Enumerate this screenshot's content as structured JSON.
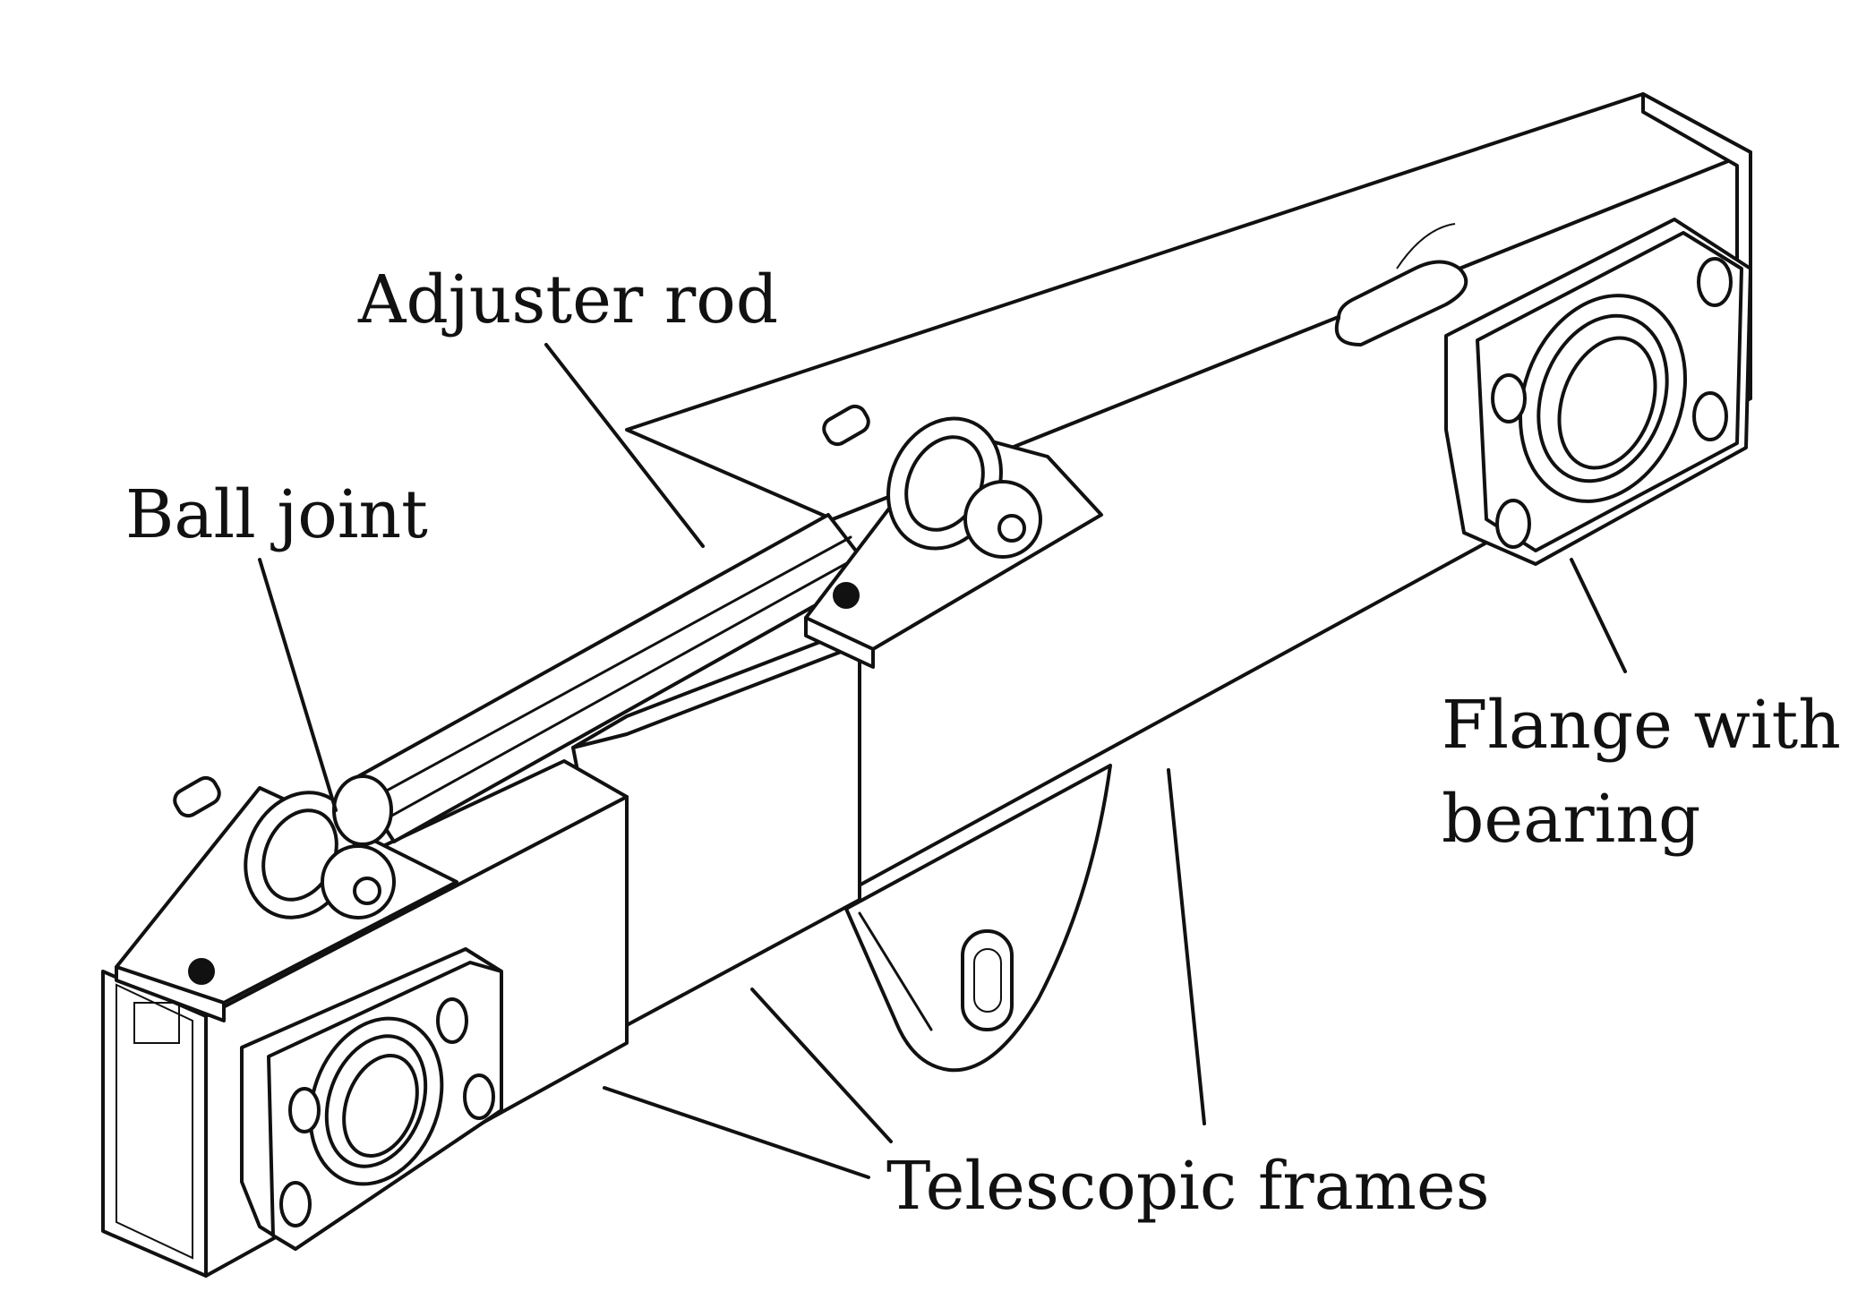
{
  "labels": {
    "adjuster_rod": "Adjuster rod",
    "ball_joint": "Ball joint",
    "flange_line1": "Flange with",
    "flange_line2": "bearing",
    "telescopic_frames": "Telescopic frames"
  }
}
